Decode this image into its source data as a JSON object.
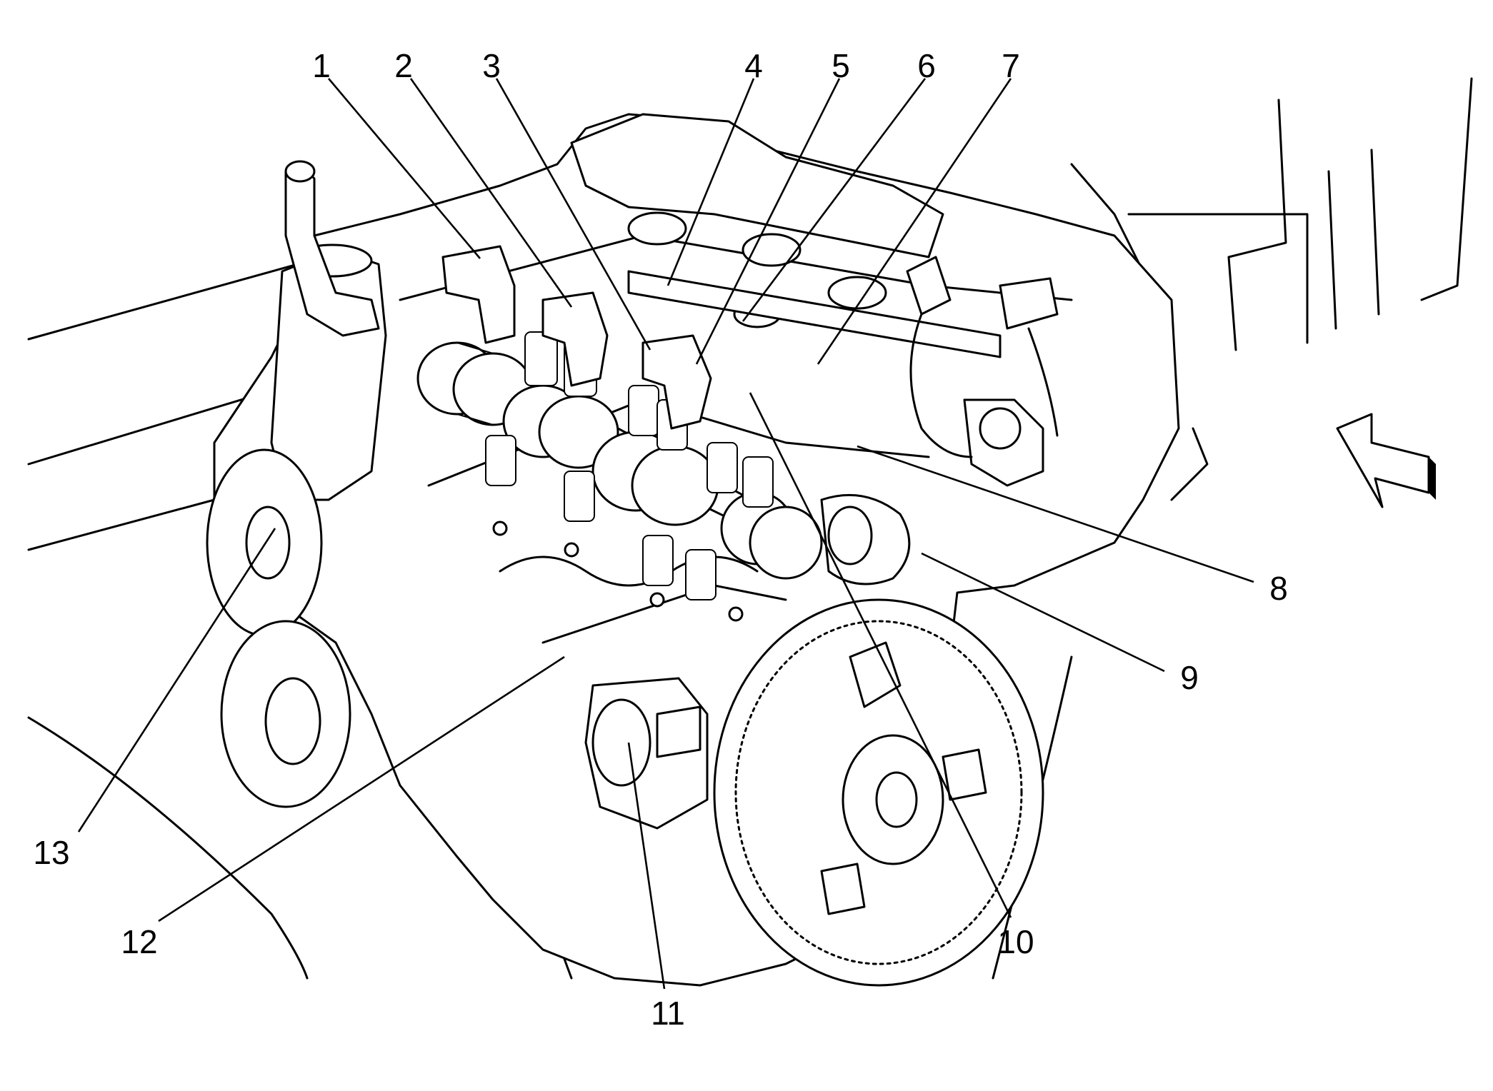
{
  "diagram": {
    "callouts": [
      {
        "id": "1",
        "label": "1"
      },
      {
        "id": "2",
        "label": "2"
      },
      {
        "id": "3",
        "label": "3"
      },
      {
        "id": "4",
        "label": "4"
      },
      {
        "id": "5",
        "label": "5"
      },
      {
        "id": "6",
        "label": "6"
      },
      {
        "id": "7",
        "label": "7"
      },
      {
        "id": "8",
        "label": "8"
      },
      {
        "id": "9",
        "label": "9"
      },
      {
        "id": "10",
        "label": "10"
      },
      {
        "id": "11",
        "label": "11"
      },
      {
        "id": "12",
        "label": "12"
      },
      {
        "id": "13",
        "label": "13"
      }
    ],
    "view_arrow_icon": "view-direction-arrow",
    "line_color": "#000000",
    "background_color": "#ffffff"
  }
}
